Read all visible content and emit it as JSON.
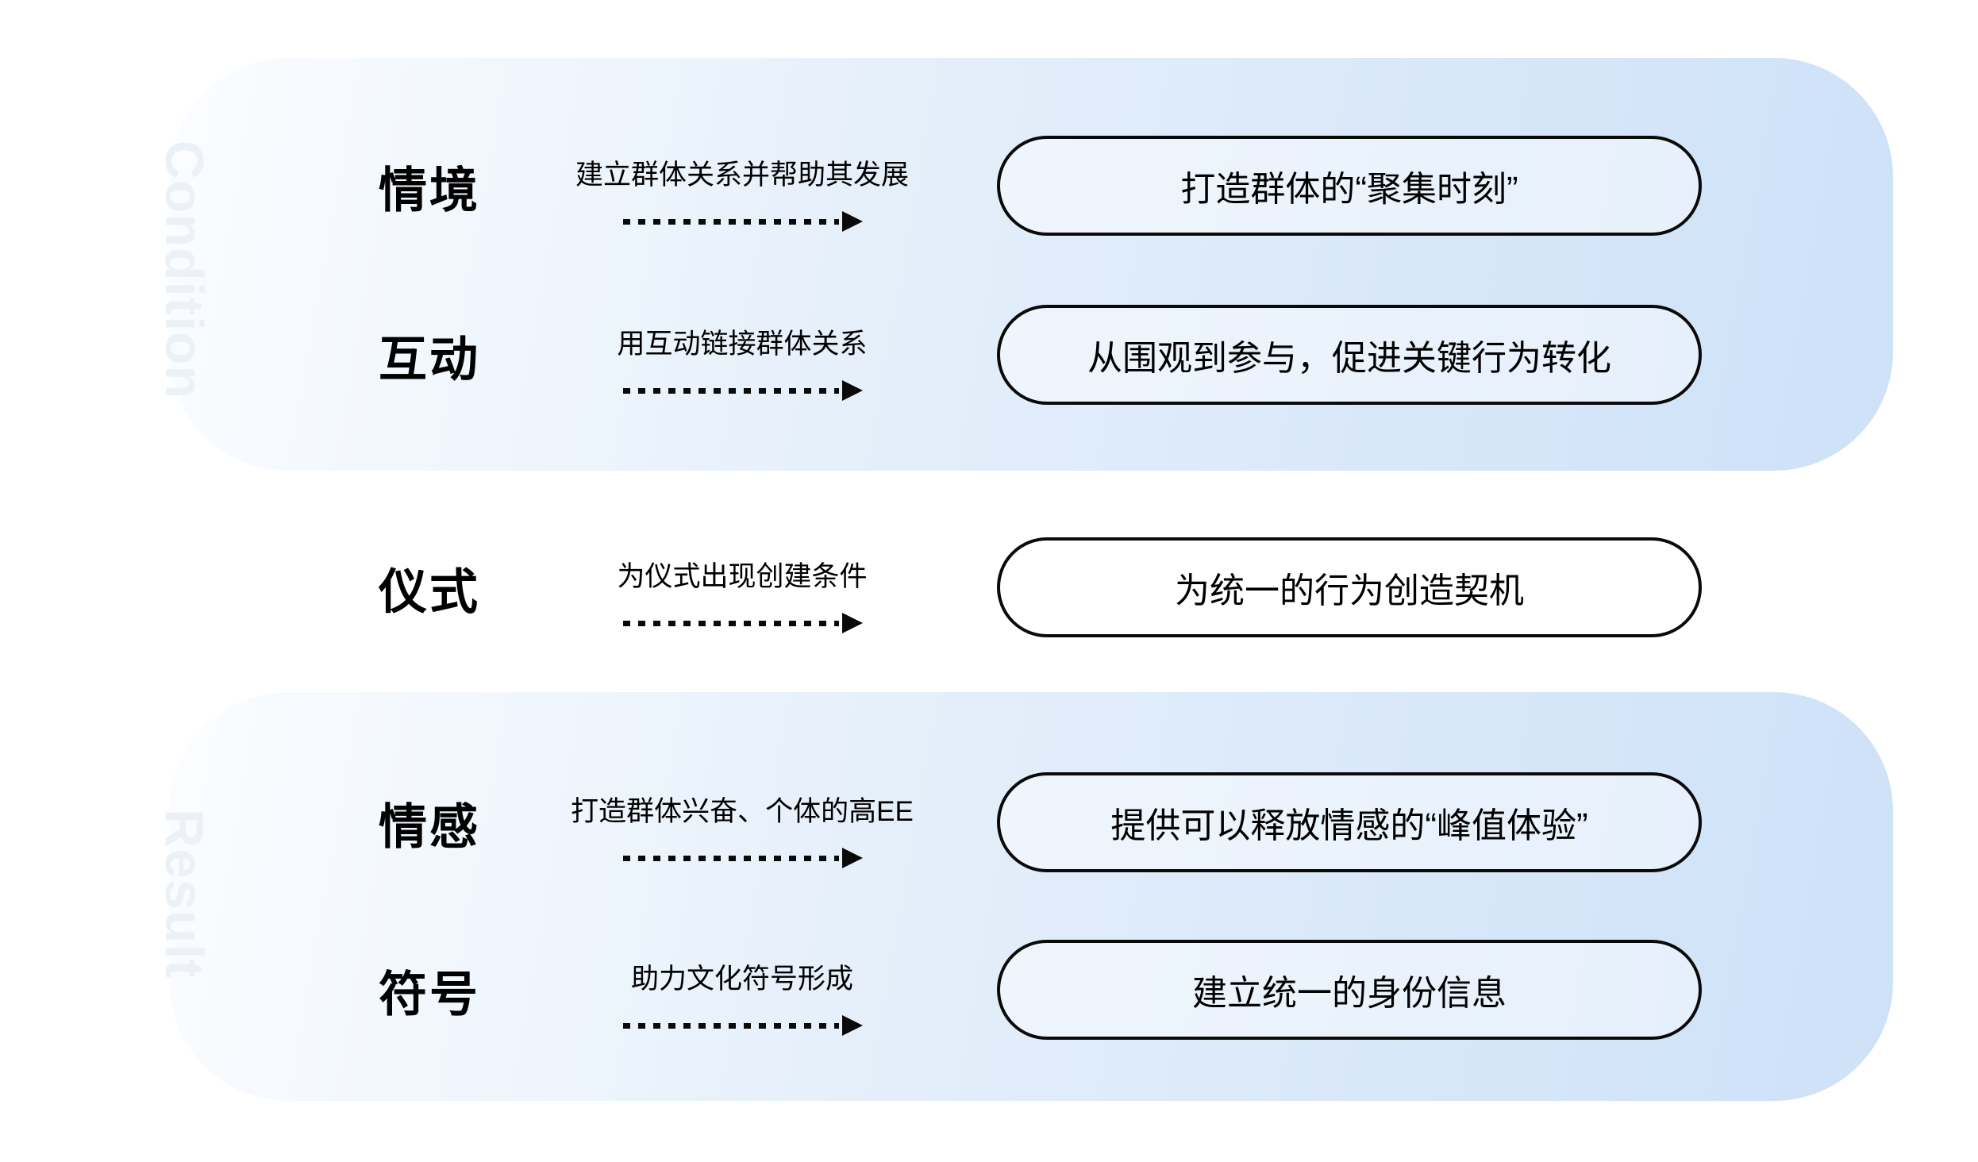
{
  "diagram": {
    "title": "community-building condition-result flow",
    "sections": {
      "condition": {
        "watermark": "Condition"
      },
      "result": {
        "watermark": "Result"
      }
    },
    "colors": {
      "panel_gradient_start": "#fbfdff",
      "panel_gradient_end": "#cde1f8",
      "watermark_text": "#ecf1f8",
      "pill_border": "#0a0a0a",
      "text": "#000000",
      "page_background": "#ffffff"
    }
  },
  "rows": [
    {
      "section": "condition",
      "label": "情境",
      "desc": "建立群体关系并帮助其发展",
      "pill": "打造群体的“聚集时刻”"
    },
    {
      "section": "condition",
      "label": "互动",
      "desc": "用互动链接群体关系",
      "pill": "从围观到参与，促进关键行为转化"
    },
    {
      "section": "middle",
      "label": "仪式",
      "desc": "为仪式出现创建条件",
      "pill": "为统一的行为创造契机"
    },
    {
      "section": "result",
      "label": "情感",
      "desc": "打造群体兴奋、个体的高EE",
      "pill": "提供可以释放情感的“峰值体验”"
    },
    {
      "section": "result",
      "label": "符号",
      "desc": "助力文化符号形成",
      "pill": "建立统一的身份信息"
    }
  ]
}
